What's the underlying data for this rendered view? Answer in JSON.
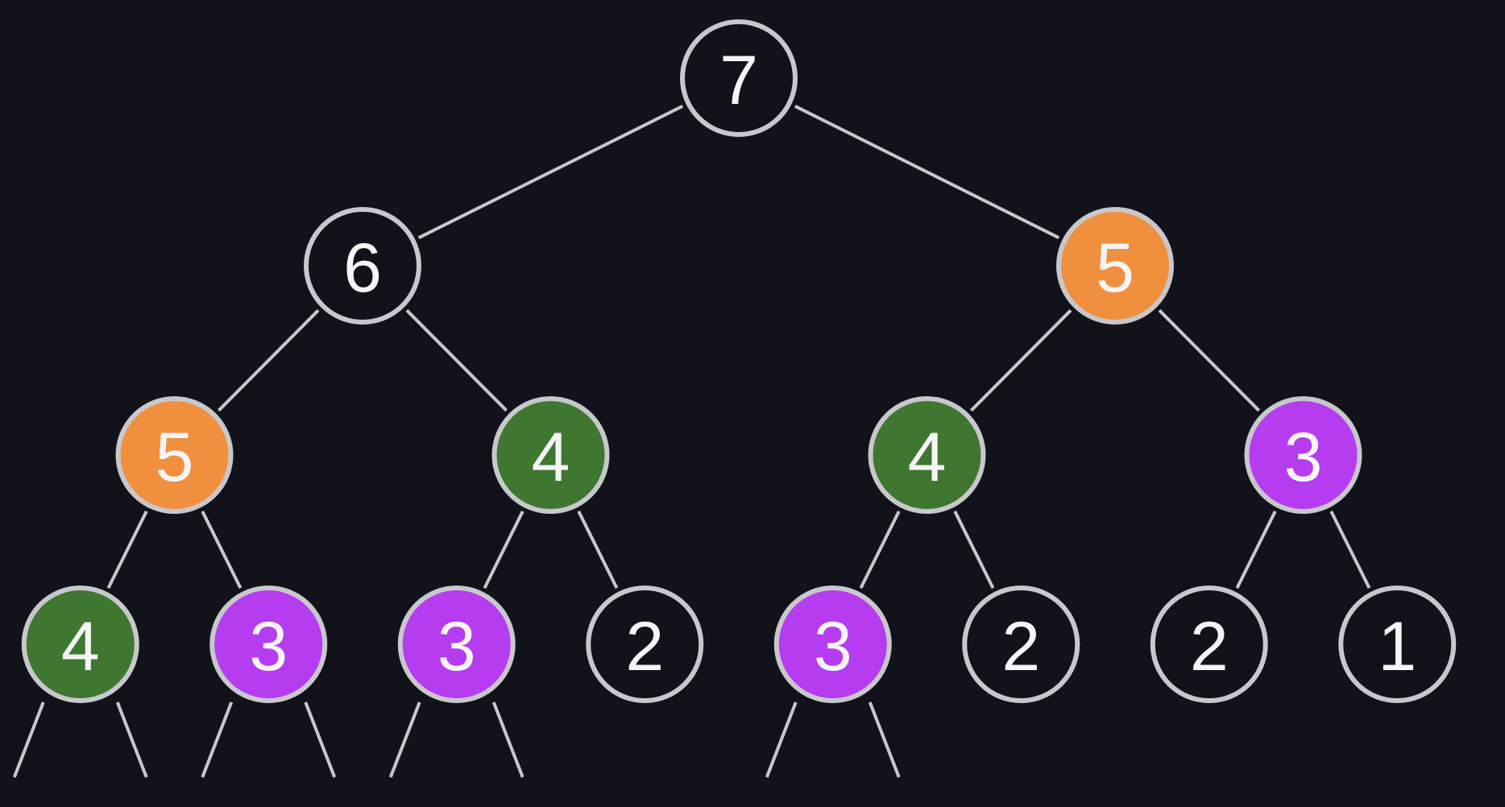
{
  "colors": {
    "background": "#12131a",
    "edge": "#c8c8cc",
    "node_border": "#c8c8cc",
    "plain": "#12131a",
    "orange": "#f0903f",
    "green": "#3f7630",
    "purple": "#b63cf0",
    "text": "#f5f5f5"
  },
  "tree": {
    "nodes": [
      {
        "id": "n1",
        "label": "7",
        "fill": "plain"
      },
      {
        "id": "n2",
        "label": "6",
        "fill": "plain"
      },
      {
        "id": "n3",
        "label": "5",
        "fill": "orange"
      },
      {
        "id": "n4",
        "label": "5",
        "fill": "orange"
      },
      {
        "id": "n5",
        "label": "4",
        "fill": "green"
      },
      {
        "id": "n6",
        "label": "4",
        "fill": "green"
      },
      {
        "id": "n7",
        "label": "3",
        "fill": "purple"
      },
      {
        "id": "n8",
        "label": "4",
        "fill": "green"
      },
      {
        "id": "n9",
        "label": "3",
        "fill": "purple"
      },
      {
        "id": "n10",
        "label": "3",
        "fill": "purple"
      },
      {
        "id": "n11",
        "label": "2",
        "fill": "plain"
      },
      {
        "id": "n12",
        "label": "3",
        "fill": "purple"
      },
      {
        "id": "n13",
        "label": "2",
        "fill": "plain"
      },
      {
        "id": "n14",
        "label": "2",
        "fill": "plain"
      },
      {
        "id": "n15",
        "label": "1",
        "fill": "plain"
      }
    ],
    "edges": [
      [
        "n1",
        "n2"
      ],
      [
        "n1",
        "n3"
      ],
      [
        "n2",
        "n4"
      ],
      [
        "n2",
        "n5"
      ],
      [
        "n3",
        "n6"
      ],
      [
        "n3",
        "n7"
      ],
      [
        "n4",
        "n8"
      ],
      [
        "n4",
        "n9"
      ],
      [
        "n5",
        "n10"
      ],
      [
        "n5",
        "n11"
      ],
      [
        "n6",
        "n12"
      ],
      [
        "n6",
        "n13"
      ],
      [
        "n7",
        "n14"
      ],
      [
        "n7",
        "n15"
      ]
    ],
    "continuation_from": [
      "n8",
      "n9",
      "n10",
      "n12"
    ]
  }
}
